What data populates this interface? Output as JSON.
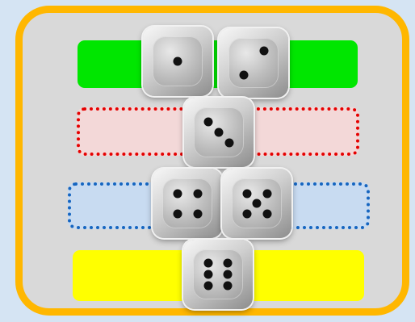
{
  "colors": {
    "background": "#d5e4f3",
    "frame_border": "#ffb700",
    "frame_fill": "#d9d9d9",
    "green_band": "#00e600",
    "red_band_fill": "#f3d8d8",
    "blue_band_fill": "#c8dbf1",
    "yellow_band": "#ffff00"
  },
  "dice": [
    {
      "id": "die-one",
      "value": 1
    },
    {
      "id": "die-two",
      "value": 2
    },
    {
      "id": "die-three",
      "value": 3
    },
    {
      "id": "die-four",
      "value": 4
    },
    {
      "id": "die-five",
      "value": 5
    },
    {
      "id": "die-six",
      "value": 6
    }
  ]
}
